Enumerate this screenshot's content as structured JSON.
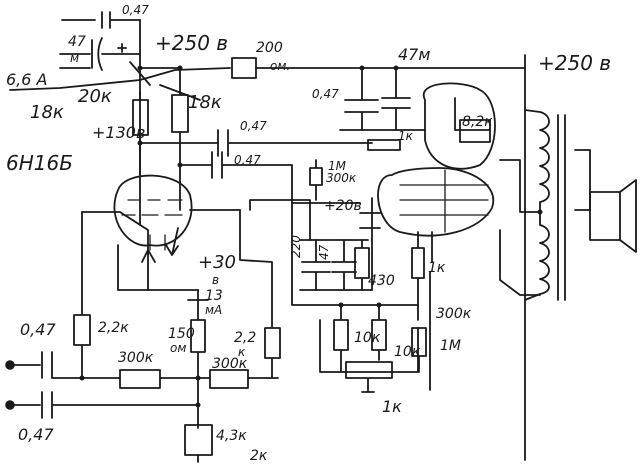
{
  "labels": {
    "cap_top": "0,47",
    "cap_47m": "47",
    "cap_47m_unit": "м",
    "supply_left": "+250 в",
    "res_200": "200",
    "res_200_unit": "ом.",
    "cap_47m_right": "47м",
    "supply_right": "+250 в",
    "heater": "6,6 А",
    "res_18k_left": "18к",
    "res_20k": "20к",
    "res_18k_right": "18к",
    "voltage_130": "+130в",
    "cap_047_top": "0,47",
    "res_1k_top": "1к",
    "cap_047_a": "0,47",
    "cap_047_b": "0,47",
    "tube_type": "6Н16Б",
    "res_1m": "1М",
    "res_300k_grid": "300к",
    "voltage_20": "+20в",
    "res_82k": "8,2к",
    "voltage_30": "+30",
    "voltage_30_unit": "в",
    "cap_220": "220",
    "cap_47": "47",
    "res_430": "430",
    "res_1k_mid": "1к",
    "current_13": "13",
    "current_unit": "мА",
    "res_300k_right": "300к",
    "cap_047_in": "0,47",
    "res_22k": "2,2к",
    "res_150": "150",
    "res_150_unit": "ом",
    "res_22_right": "2,2",
    "res_22_unit": "к",
    "res_10k_a": "10к",
    "res_10k_b": "10к",
    "res_1m_right": "1М",
    "res_300k_a": "300к",
    "res_300k_b": "300к",
    "pot_1k": "1к",
    "cap_047_bottom": "0,47",
    "res_43k": "4,3к",
    "res_2k": "2к"
  }
}
